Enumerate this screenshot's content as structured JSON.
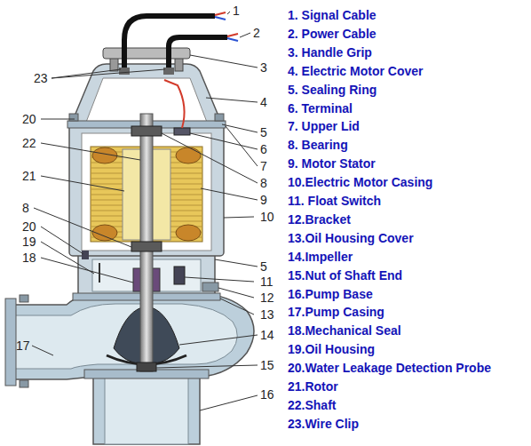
{
  "diagram": {
    "labels": [
      "1",
      "2",
      "23",
      "3",
      "4",
      "20",
      "5",
      "6",
      "22",
      "7",
      "8",
      "9",
      "21",
      "10",
      "8",
      "20",
      "19",
      "5",
      "18",
      "11",
      "12",
      "13",
      "14",
      "17",
      "15",
      "16",
      "1. Signal Cable",
      "2. Power Cable",
      "3. Handle Grip",
      "4. Electric Motor Cover",
      "5. Sealing Ring",
      "6. Terminal",
      "7. Upper Lid",
      "8. Bearing",
      "9. Motor Stator",
      "10.Electric Motor Casing",
      "11. Float Switch",
      "12.Bracket",
      "13.Oil Housing Cover",
      "14.Impeller",
      "15.Nut of Shaft End",
      "16.Pump Base",
      "17.Pump Casing",
      "18.Mechanical Seal",
      "19.Oil Housing",
      "20.Water Leakage Detection Probe",
      "21.Rotor",
      "22.Shaft",
      "23.Wire Clip"
    ]
  }
}
